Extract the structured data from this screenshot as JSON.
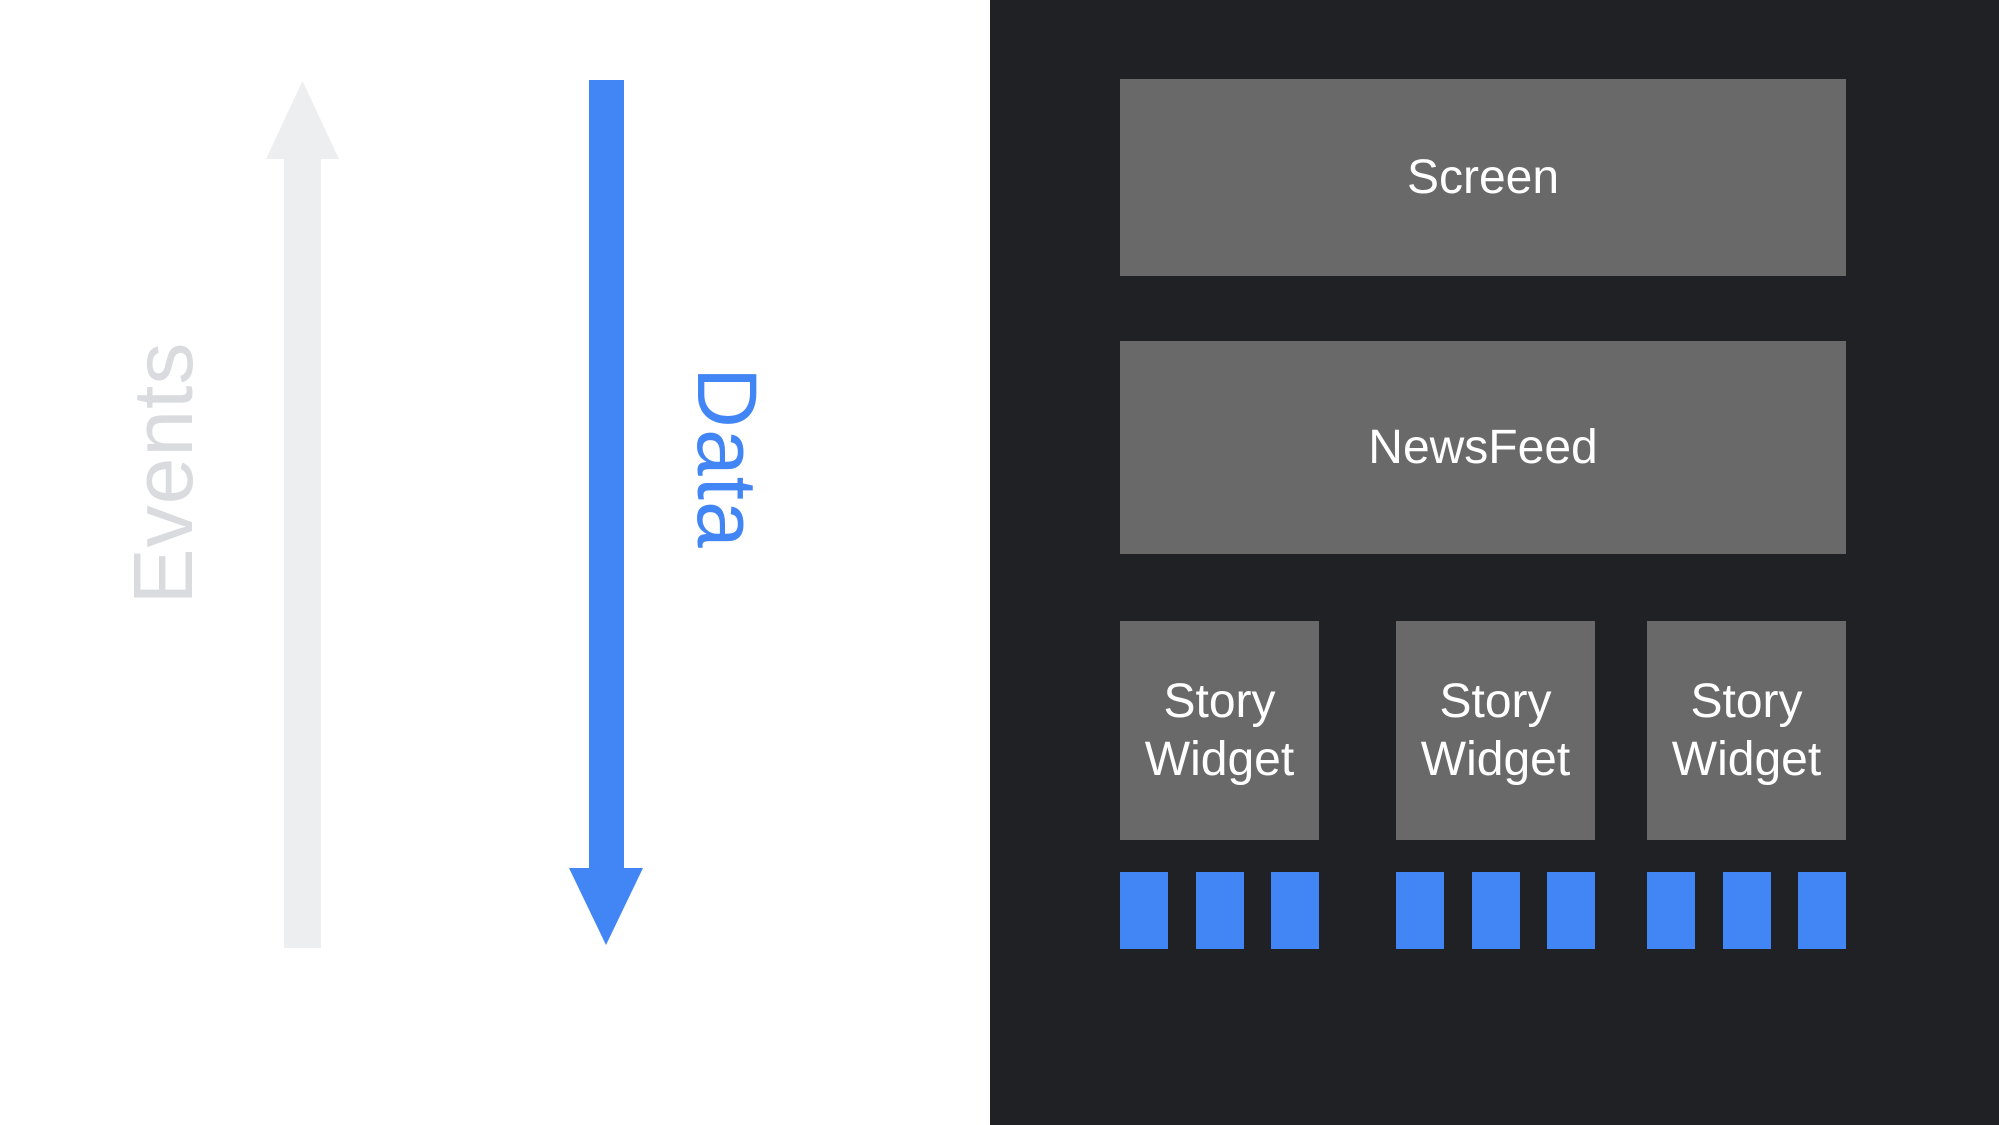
{
  "diagram": {
    "left": {
      "events_label": "Events",
      "data_label": "Data"
    },
    "right": {
      "screen_label": "Screen",
      "newsfeed_label": "NewsFeed",
      "story_widgets": [
        {
          "label": "Story Widget"
        },
        {
          "label": "Story Widget"
        },
        {
          "label": "Story Widget"
        }
      ],
      "data_blocks_per_widget": 3
    }
  },
  "colors": {
    "accent_blue": "#4285F4",
    "panel_dark": "#202124",
    "box_gray": "#696969",
    "arrow_light_gray": "#EDEEEF",
    "events_text_gray": "#D9DBDE",
    "box_text_white": "#FFFFFF",
    "left_bg": "#FFFFFF"
  }
}
